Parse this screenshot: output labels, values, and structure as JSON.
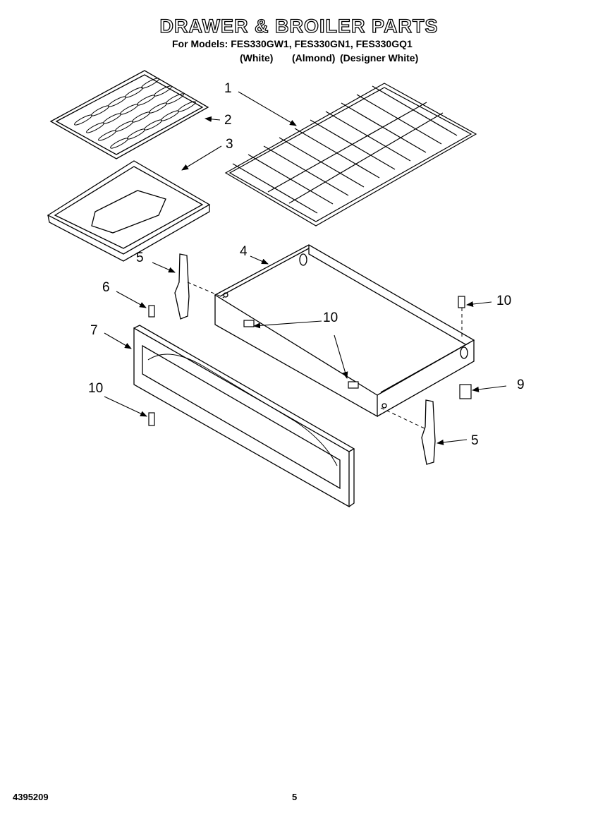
{
  "header": {
    "title": "DRAWER & BROILER PARTS",
    "models_line": "For Models: FES330GW1, FES330GN1, FES330GQ1",
    "color_white": "(White)",
    "color_almond": "(Almond)",
    "color_designer": "(Designer White)"
  },
  "callouts": {
    "c1": "1",
    "c2": "2",
    "c3": "3",
    "c4": "4",
    "c5a": "5",
    "c5b": "5",
    "c6": "6",
    "c7": "7",
    "c9": "9",
    "c10a": "10",
    "c10b": "10",
    "c10c": "10"
  },
  "footer": {
    "doc_number": "4395209",
    "page_number": "5"
  }
}
